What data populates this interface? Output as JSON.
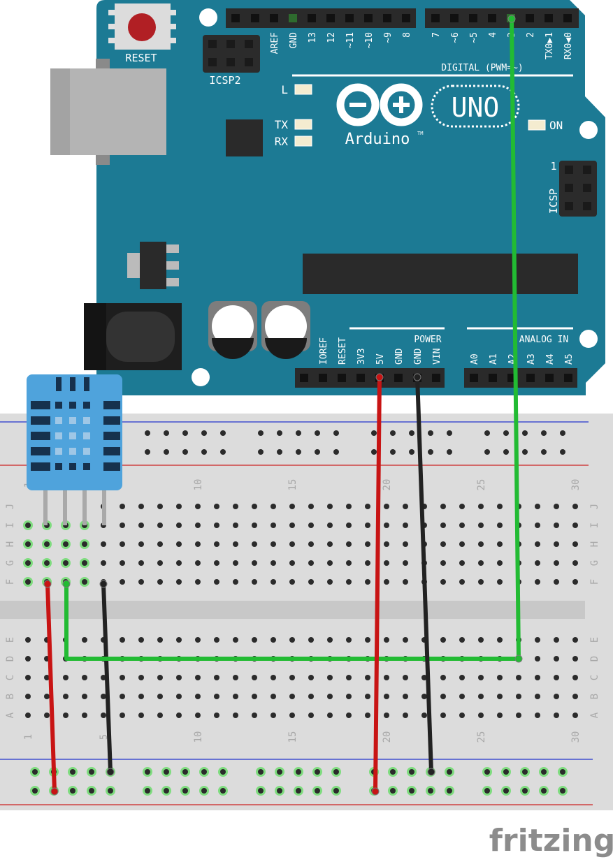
{
  "arduino": {
    "reset_label": "RESET",
    "icsp2_label": "ICSP2",
    "icsp_label": "ICSP",
    "icsp_pin1": "1",
    "led_l": "L",
    "led_tx": "TX",
    "led_rx": "RX",
    "led_on": "ON",
    "brand": "Arduino",
    "tm": "TM",
    "model": "UNO",
    "digital_label": "DIGITAL (PWM=~)",
    "power_label": "POWER",
    "analog_label": "ANALOG IN",
    "top_left_pins": [
      "AREF",
      "GND",
      "13",
      "12",
      "~11",
      "~10",
      "~9",
      "8"
    ],
    "top_right_pins": [
      "7",
      "~6",
      "~5",
      "4",
      "~3",
      "2",
      "TX0▶1",
      "RX0◀0"
    ],
    "power_pins": [
      "IOREF",
      "RESET",
      "3V3",
      "5V",
      "GND",
      "GND",
      "VIN"
    ],
    "analog_pins": [
      "A0",
      "A1",
      "A2",
      "A3",
      "A4",
      "A5"
    ]
  },
  "breadboard": {
    "column_numbers": [
      "1",
      "5",
      "10",
      "15",
      "20",
      "25",
      "30"
    ],
    "top_row_letters": [
      "J",
      "I",
      "H",
      "G",
      "F"
    ],
    "bottom_row_letters": [
      "E",
      "D",
      "C",
      "B",
      "A"
    ]
  },
  "watermark": "fritzing",
  "colors": {
    "board": "#1c7a94",
    "breadboard": "#dcdcdc",
    "wire_red": "#c81414",
    "wire_black": "#222222",
    "wire_green": "#22bb33",
    "sensor": "#4fa3dc"
  }
}
